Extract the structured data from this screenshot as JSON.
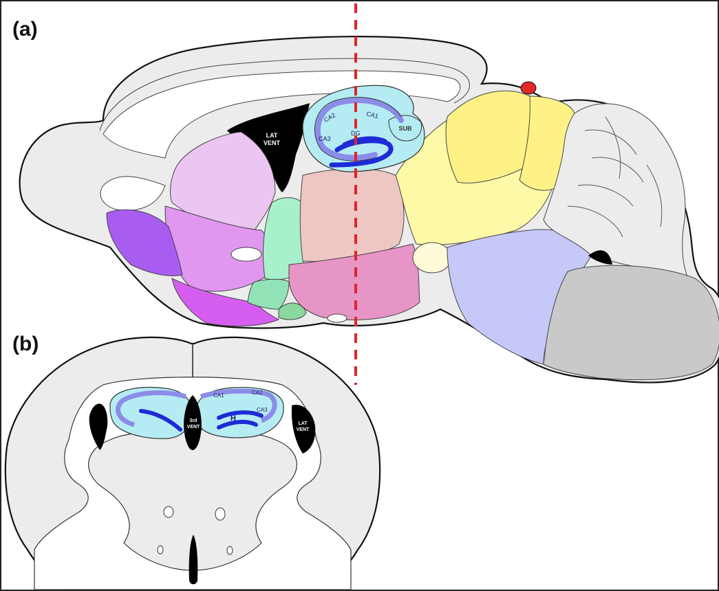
{
  "panels": [
    {
      "label": "(a)"
    },
    {
      "label": "(b)"
    }
  ],
  "sagittal_labels": {
    "lat_vent_line1": "LAT",
    "lat_vent_line2": "VENT",
    "ca2": "CA2",
    "ca1": "CA1",
    "ca3": "CA3",
    "dg": "DG",
    "sub": "SUB"
  },
  "coronal_labels": {
    "ca1": "CA1",
    "ca2": "CA2",
    "ca3": "CA3",
    "h": "H",
    "third_vent_line1": "3rd",
    "third_vent_line2": "VENT",
    "lat_vent_line1": "LAT",
    "lat_vent_line2": "VENT"
  },
  "colors": {
    "brain_fill": "#ececec",
    "ventricle": "#000000",
    "hippocampus_fill": "#b5ecf3",
    "ammons_horn": "#8c8ce8",
    "dentate_gyrus": "#1e2bd6",
    "section_line": "#e0242a",
    "pineal": "#e2272d"
  }
}
